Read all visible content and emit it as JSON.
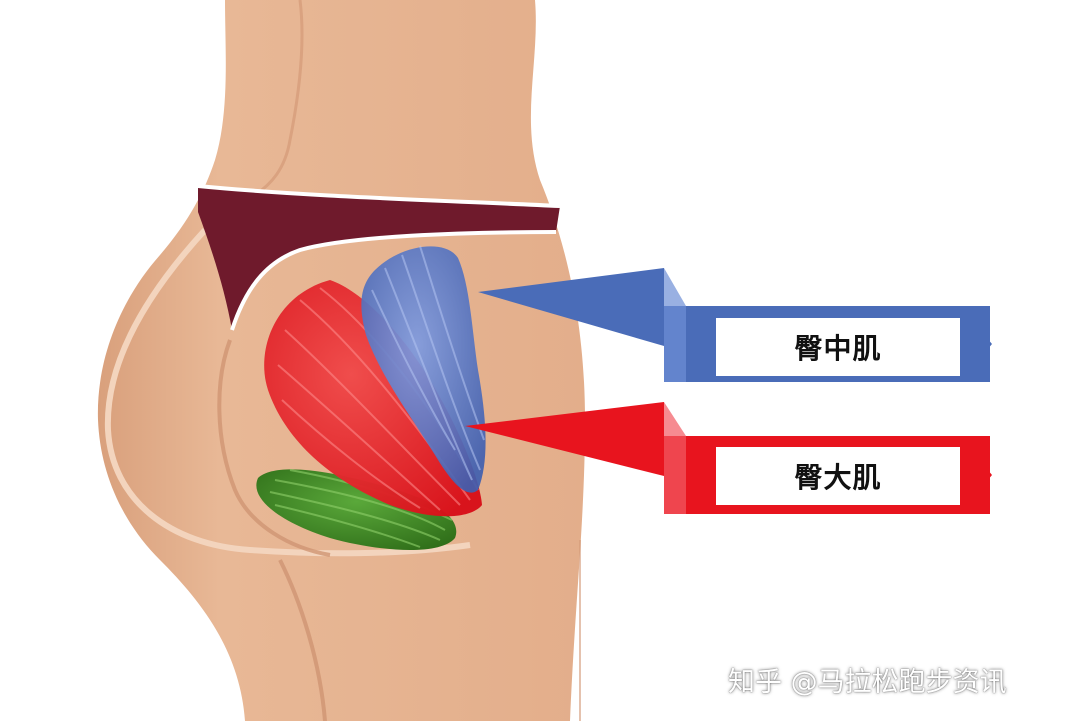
{
  "labels": {
    "gluteus_medius": "臀中肌",
    "gluteus_maximus": "臀大肌"
  },
  "watermark": "知乎 @马拉松跑步资讯",
  "colors": {
    "background": "#ffffff",
    "skin": "#e5b392",
    "skin_shadow": "#d49a78",
    "underwear": "#6f1a2c",
    "gluteus_medius": "#5a79c4",
    "gluteus_maximus": "#e8141e",
    "gluteus_minor_green": "#3e8a22",
    "arrow_blue": "#4a6cb8",
    "arrow_red": "#e8141e"
  }
}
